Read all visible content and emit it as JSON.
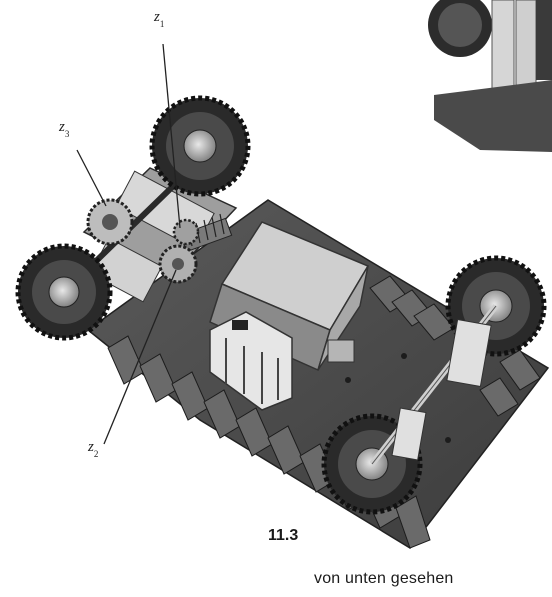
{
  "labels": {
    "z1": {
      "base": "z",
      "sub": "1"
    },
    "z2": {
      "base": "z",
      "sub": "2"
    },
    "z3": {
      "base": "z",
      "sub": "3"
    }
  },
  "figure_number": "11.3",
  "caption": "von unten gesehen"
}
